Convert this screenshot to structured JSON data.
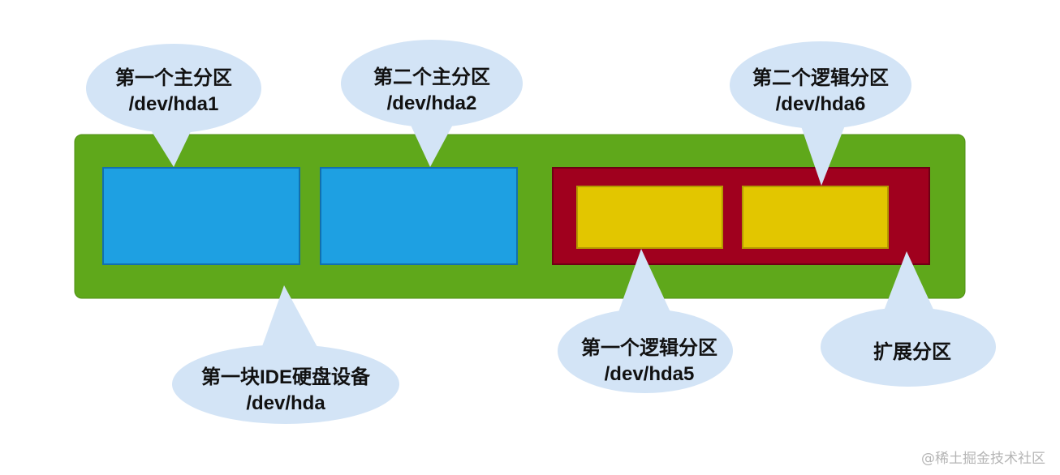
{
  "colors": {
    "disk": "#5fa81b",
    "primary_partition": "#1ea0e2",
    "extended_partition": "#a0001e",
    "logical_partition": "#e2c600",
    "callout": "#d3e4f6"
  },
  "disk": {
    "name": "第一块IDE硬盘设备",
    "device": "/dev/hda"
  },
  "primary1": {
    "name": "第一个主分区",
    "device": "/dev/hda1"
  },
  "primary2": {
    "name": "第二个主分区",
    "device": "/dev/hda2"
  },
  "extended": {
    "name": "扩展分区"
  },
  "logical1": {
    "name": "第一个逻辑分区",
    "device": "/dev/hda5"
  },
  "logical2": {
    "name": "第二个逻辑分区",
    "device": "/dev/hda6"
  },
  "watermark": "@稀土掘金技术社区"
}
